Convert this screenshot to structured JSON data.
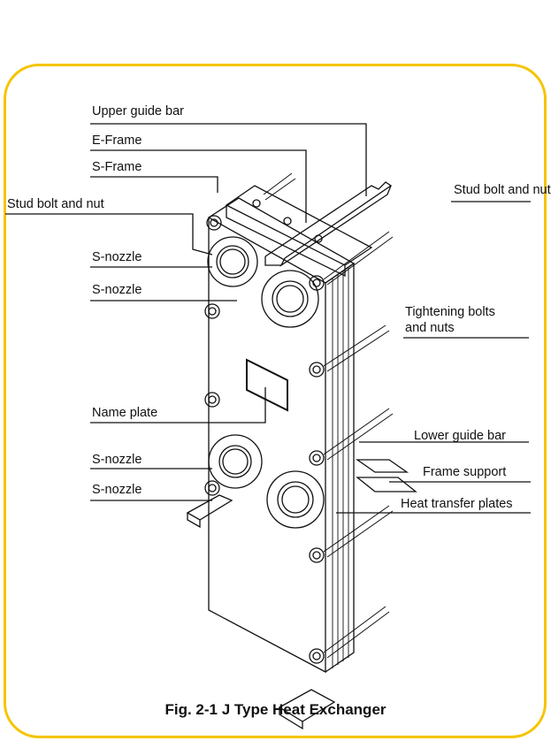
{
  "figure": {
    "caption": "Fig. 2-1 J Type Heat Exchanger",
    "border_color": "#f5c400"
  },
  "labels": {
    "upper_guide_bar": "Upper guide bar",
    "e_frame": "E-Frame",
    "s_frame": "S-Frame",
    "stud_bolt_left": "Stud bolt and nut",
    "s_nozzle_1": "S-nozzle",
    "s_nozzle_2": "S-nozzle",
    "name_plate": "Name plate",
    "s_nozzle_3": "S-nozzle",
    "s_nozzle_4": "S-nozzle",
    "stud_bolt_right": "Stud bolt and nut",
    "tightening_1": "Tightening bolts",
    "tightening_2": "and nuts",
    "lower_guide_bar": "Lower guide bar",
    "frame_support": "Frame support",
    "heat_transfer_plates": "Heat transfer plates"
  }
}
